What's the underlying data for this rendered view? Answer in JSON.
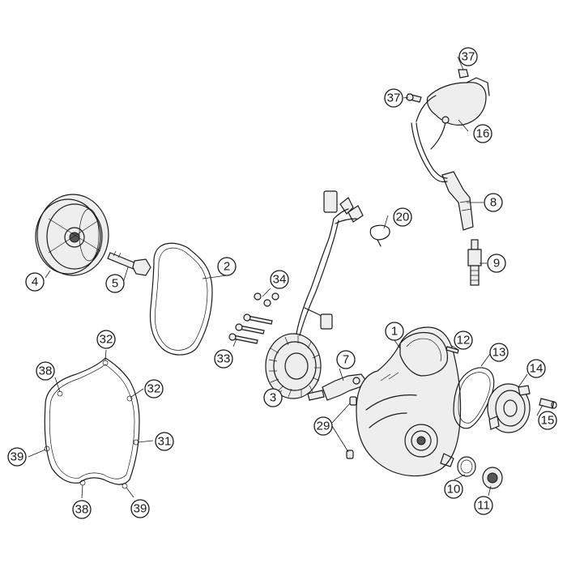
{
  "callouts": [
    {
      "id": "c1",
      "number": "1"
    },
    {
      "id": "c2",
      "number": "2"
    },
    {
      "id": "c3",
      "number": "3"
    },
    {
      "id": "c4",
      "number": "4"
    },
    {
      "id": "c5",
      "number": "5"
    },
    {
      "id": "c7",
      "number": "7"
    },
    {
      "id": "c8",
      "number": "8"
    },
    {
      "id": "c9",
      "number": "9"
    },
    {
      "id": "c10",
      "number": "10"
    },
    {
      "id": "c11",
      "number": "11"
    },
    {
      "id": "c12",
      "number": "12"
    },
    {
      "id": "c13",
      "number": "13"
    },
    {
      "id": "c14",
      "number": "14"
    },
    {
      "id": "c15",
      "number": "15"
    },
    {
      "id": "c16",
      "number": "16"
    },
    {
      "id": "c20",
      "number": "20"
    },
    {
      "id": "c29",
      "number": "29"
    },
    {
      "id": "c31",
      "number": "31"
    },
    {
      "id": "c32a",
      "number": "32"
    },
    {
      "id": "c32b",
      "number": "32"
    },
    {
      "id": "c33",
      "number": "33"
    },
    {
      "id": "c34",
      "number": "34"
    },
    {
      "id": "c37a",
      "number": "37"
    },
    {
      "id": "c37b",
      "number": "37"
    },
    {
      "id": "c38a",
      "number": "38"
    },
    {
      "id": "c38b",
      "number": "38"
    },
    {
      "id": "c39a",
      "number": "39"
    },
    {
      "id": "c39b",
      "number": "39"
    }
  ]
}
